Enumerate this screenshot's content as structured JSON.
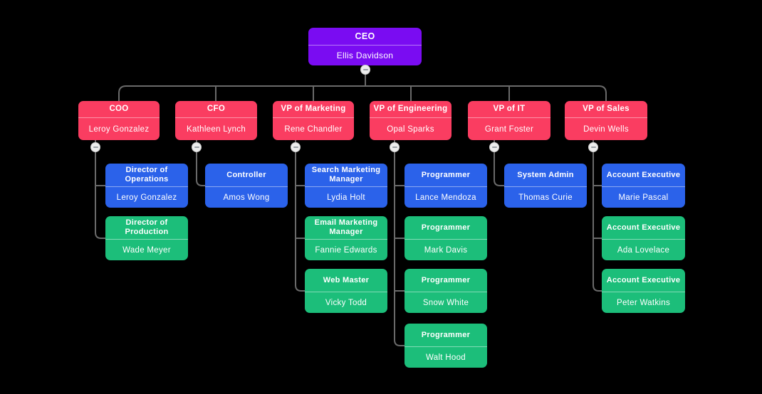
{
  "palette": {
    "background": "#000000",
    "connector": "#6a6a6a",
    "ceo_color": "#7a0cf2",
    "executive_color": "#fa3d61",
    "manager_blue": "#2b62ea",
    "manager_green": "#1cbe7a",
    "toggle_fill": "#ededed",
    "toggle_glyph_color": "#9aa0a6"
  },
  "toggle_icon": "minus",
  "nodes": [
    {
      "title": "CEO",
      "name": "Ellis Davidson",
      "color": "purple",
      "reports_to": null
    },
    {
      "title": "COO",
      "name": "Leroy Gonzalez",
      "color": "red",
      "reports_to": "CEO"
    },
    {
      "title": "CFO",
      "name": "Kathleen Lynch",
      "color": "red",
      "reports_to": "CEO"
    },
    {
      "title": "VP of Marketing",
      "name": "Rene Chandler",
      "color": "red",
      "reports_to": "CEO"
    },
    {
      "title": "VP of Engineering",
      "name": "Opal Sparks",
      "color": "red",
      "reports_to": "CEO"
    },
    {
      "title": "VP of IT",
      "name": "Grant Foster",
      "color": "red",
      "reports_to": "CEO"
    },
    {
      "title": "VP of Sales",
      "name": "Devin Wells",
      "color": "red",
      "reports_to": "CEO"
    },
    {
      "title": "Director of Operations",
      "name": "Leroy Gonzalez",
      "color": "blue",
      "reports_to": "COO"
    },
    {
      "title": "Director of Production",
      "name": "Wade Meyer",
      "color": "green",
      "reports_to": "COO"
    },
    {
      "title": "Controller",
      "name": "Amos Wong",
      "color": "blue",
      "reports_to": "CFO"
    },
    {
      "title": "Search Marketing Manager",
      "name": "Lydia Holt",
      "color": "blue",
      "reports_to": "VP of Marketing"
    },
    {
      "title": "Email Marketing Manager",
      "name": "Fannie Edwards",
      "color": "green",
      "reports_to": "VP of Marketing"
    },
    {
      "title": "Web Master",
      "name": "Vicky Todd",
      "color": "green",
      "reports_to": "VP of Marketing"
    },
    {
      "title": "Programmer",
      "name": "Lance Mendoza",
      "color": "blue",
      "reports_to": "VP of Engineering"
    },
    {
      "title": "Programmer",
      "name": "Mark Davis",
      "color": "green",
      "reports_to": "VP of Engineering"
    },
    {
      "title": "Programmer",
      "name": "Snow White",
      "color": "green",
      "reports_to": "VP of Engineering"
    },
    {
      "title": "Programmer",
      "name": "Walt Hood",
      "color": "green",
      "reports_to": "VP of Engineering"
    },
    {
      "title": "System Admin",
      "name": "Thomas Curie",
      "color": "blue",
      "reports_to": "VP of IT"
    },
    {
      "title": "Account Executive",
      "name": "Marie Pascal",
      "color": "blue",
      "reports_to": "VP of Sales"
    },
    {
      "title": "Account Executive",
      "name": "Ada Lovelace",
      "color": "green",
      "reports_to": "VP of Sales"
    },
    {
      "title": "Account Executive",
      "name": "Peter Watkins",
      "color": "green",
      "reports_to": "VP of Sales"
    }
  ]
}
